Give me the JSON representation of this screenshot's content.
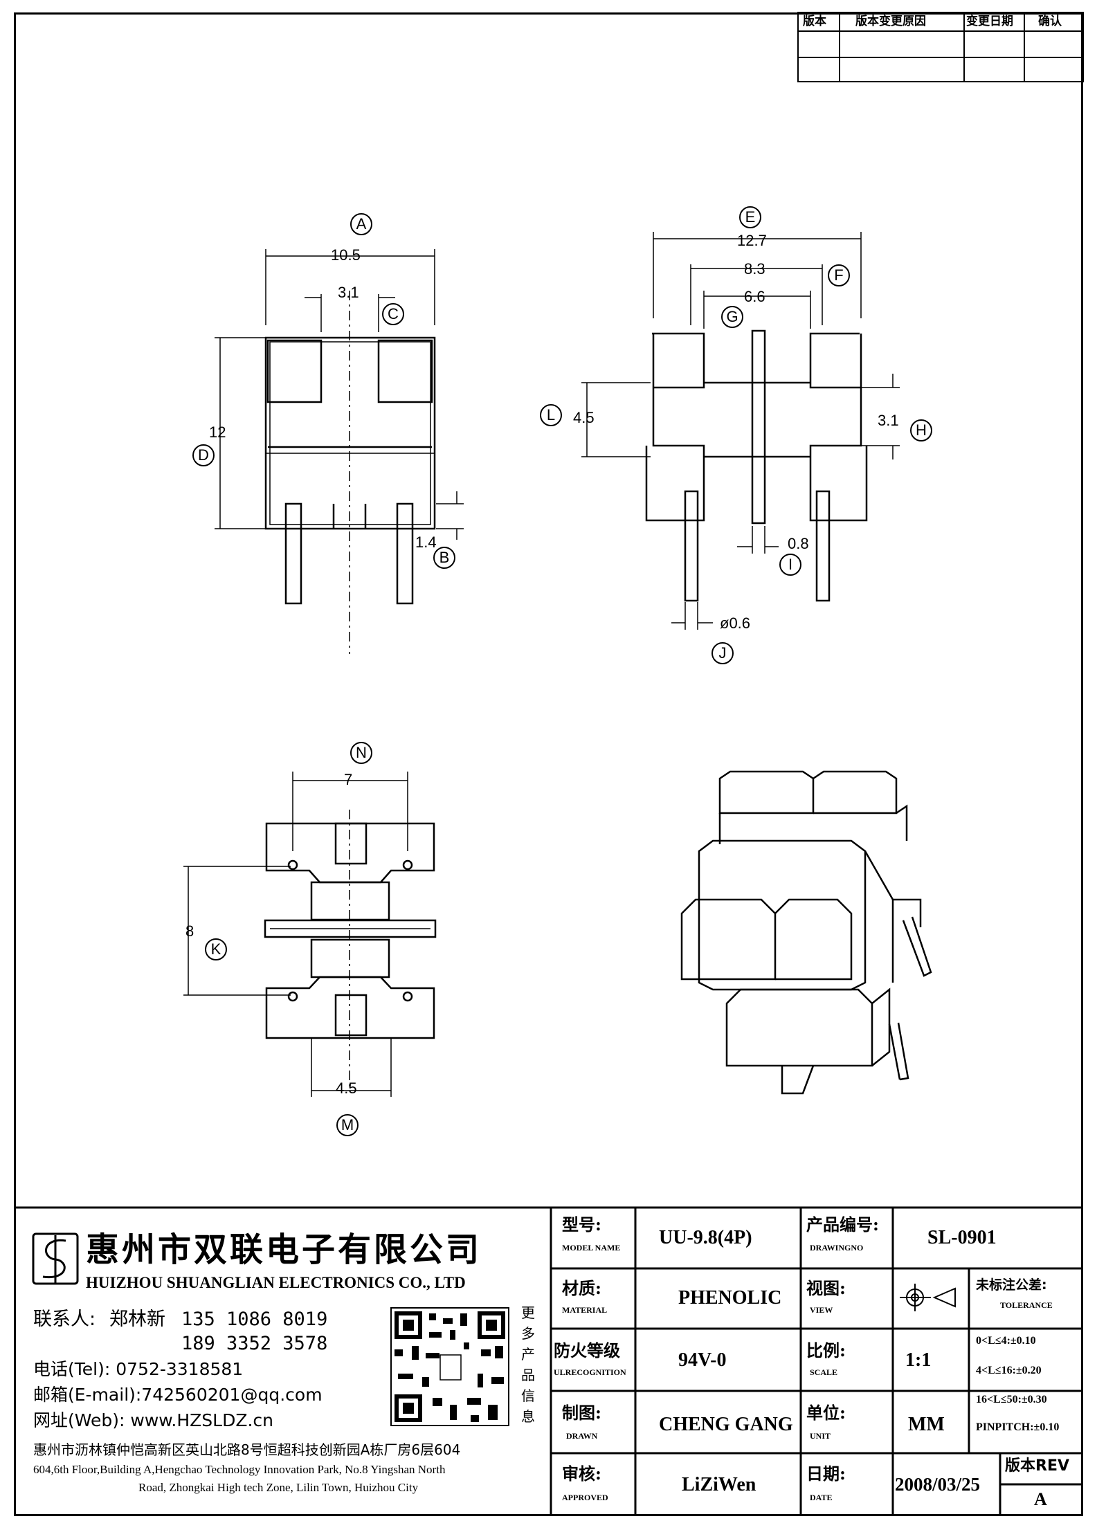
{
  "revision_table": {
    "headers": [
      "版本",
      "版本变更原因",
      "变更日期",
      "确认"
    ]
  },
  "views": {
    "dims": {
      "a": "10.5",
      "c": "3.1",
      "d": "12",
      "b": "1.4",
      "e": "12.7",
      "f": "8.3",
      "g": "6.6",
      "l": "4.5",
      "h": "3.1",
      "i": "0.8",
      "j": "ø0.6",
      "n": "7",
      "k": "8",
      "m": "4.5"
    },
    "callouts": [
      "A",
      "B",
      "C",
      "D",
      "E",
      "F",
      "G",
      "H",
      "I",
      "J",
      "K",
      "L",
      "M",
      "N"
    ]
  },
  "company": {
    "name_cn": "惠州市双联电子有限公司",
    "name_en": "HUIZHOU SHUANGLIAN ELECTRONICS CO., LTD",
    "contact_label": "联系人:",
    "contact_name": "郑林新",
    "phone1": "135 1086 8019",
    "phone2": "189 3352 3578",
    "tel": "电话(Tel): 0752-3318581",
    "email": "邮箱(E-mail):742560201@qq.com",
    "web": "网址(Web): www.HZSLDZ.cn",
    "qr_side_text": [
      "更",
      "多",
      "产",
      "品",
      "信",
      "息"
    ],
    "address_cn": "惠州市沥林镇仲恺高新区英山北路8号恒超科技创新园A栋厂房6层604",
    "address_en_1": "604,6th Floor,Building A,Hengchao Technology Innovation Park, No.8 Yingshan North",
    "address_en_2": "Road, Zhongkai High tech Zone, Lilin Town, Huizhou City"
  },
  "title_block": {
    "model_label": "型号:",
    "model_label_en": "MODEL NAME",
    "model": "UU-9.8(4P)",
    "drawingno_label": "产品编号:",
    "drawingno_label_en": "DRAWINGNO",
    "drawingno": "SL-0901",
    "material_label": "材质:",
    "material_label_en": "MATERIAL",
    "material": "PHENOLIC",
    "view_label": "视图:",
    "view_label_en": "VIEW",
    "tolerance_label": "未标注公差:",
    "tolerance_label_en": "TOLERANCE",
    "tolerances": [
      "0<L≤4:±0.10",
      "4<L≤16:±0.20",
      "16<L≤50:±0.30",
      "PINPITCH:±0.10"
    ],
    "flame_label": "防火等级",
    "flame_label_en": "ULRECOGNITION",
    "flame": "94V-0",
    "scale_label": "比例:",
    "scale_label_en": "SCALE",
    "scale": "1:1",
    "drawn_label": "制图:",
    "drawn_label_en": "DRAWN",
    "drawn": "CHENG GANG",
    "unit_label": "单位:",
    "unit_label_en": "UNIT",
    "unit": "MM",
    "approved_label": "审核:",
    "approved_label_en": "APPROVED",
    "approved": "LiZiWen",
    "date_label": "日期:",
    "date_label_en": "DATE",
    "date": "2008/03/25",
    "rev_label": "版本REV",
    "rev": "A"
  }
}
